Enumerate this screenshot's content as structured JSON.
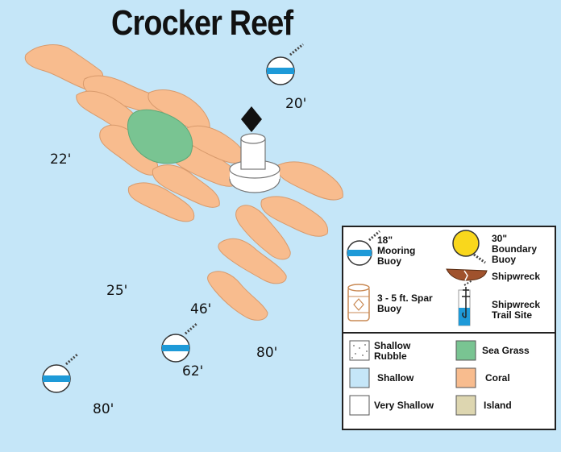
{
  "map": {
    "title": "Crocker Reef",
    "depths": [
      "20'",
      "22'",
      "25'",
      "46'",
      "62'",
      "80'",
      "80'"
    ],
    "colors": {
      "water": "#c5e6f8",
      "coral": "#f8bc8e",
      "coral_stroke": "#d89a6c",
      "sea_grass": "#79c492",
      "very_shallow": "#ffffff",
      "island": "#ddd6b0",
      "buoy_band": "#1e9ad8",
      "boundary_buoy": "#f9d71c",
      "shipwreck": "#a0522d",
      "marker": "#111111"
    }
  },
  "legend": {
    "mooring_buoy": "18\" Mooring Buoy",
    "boundary_buoy": "30\" Boundary Buoy",
    "shipwreck": "Shipwreck",
    "spar_buoy": "3 - 5 ft. Spar Buoy",
    "shipwreck_trail": "Shipwreck Trail Site",
    "shallow_rubble": "Shallow Rubble",
    "sea_grass": "Sea Grass",
    "shallow": "Shallow",
    "coral": "Coral",
    "very_shallow": "Very Shallow",
    "island": "Island"
  }
}
